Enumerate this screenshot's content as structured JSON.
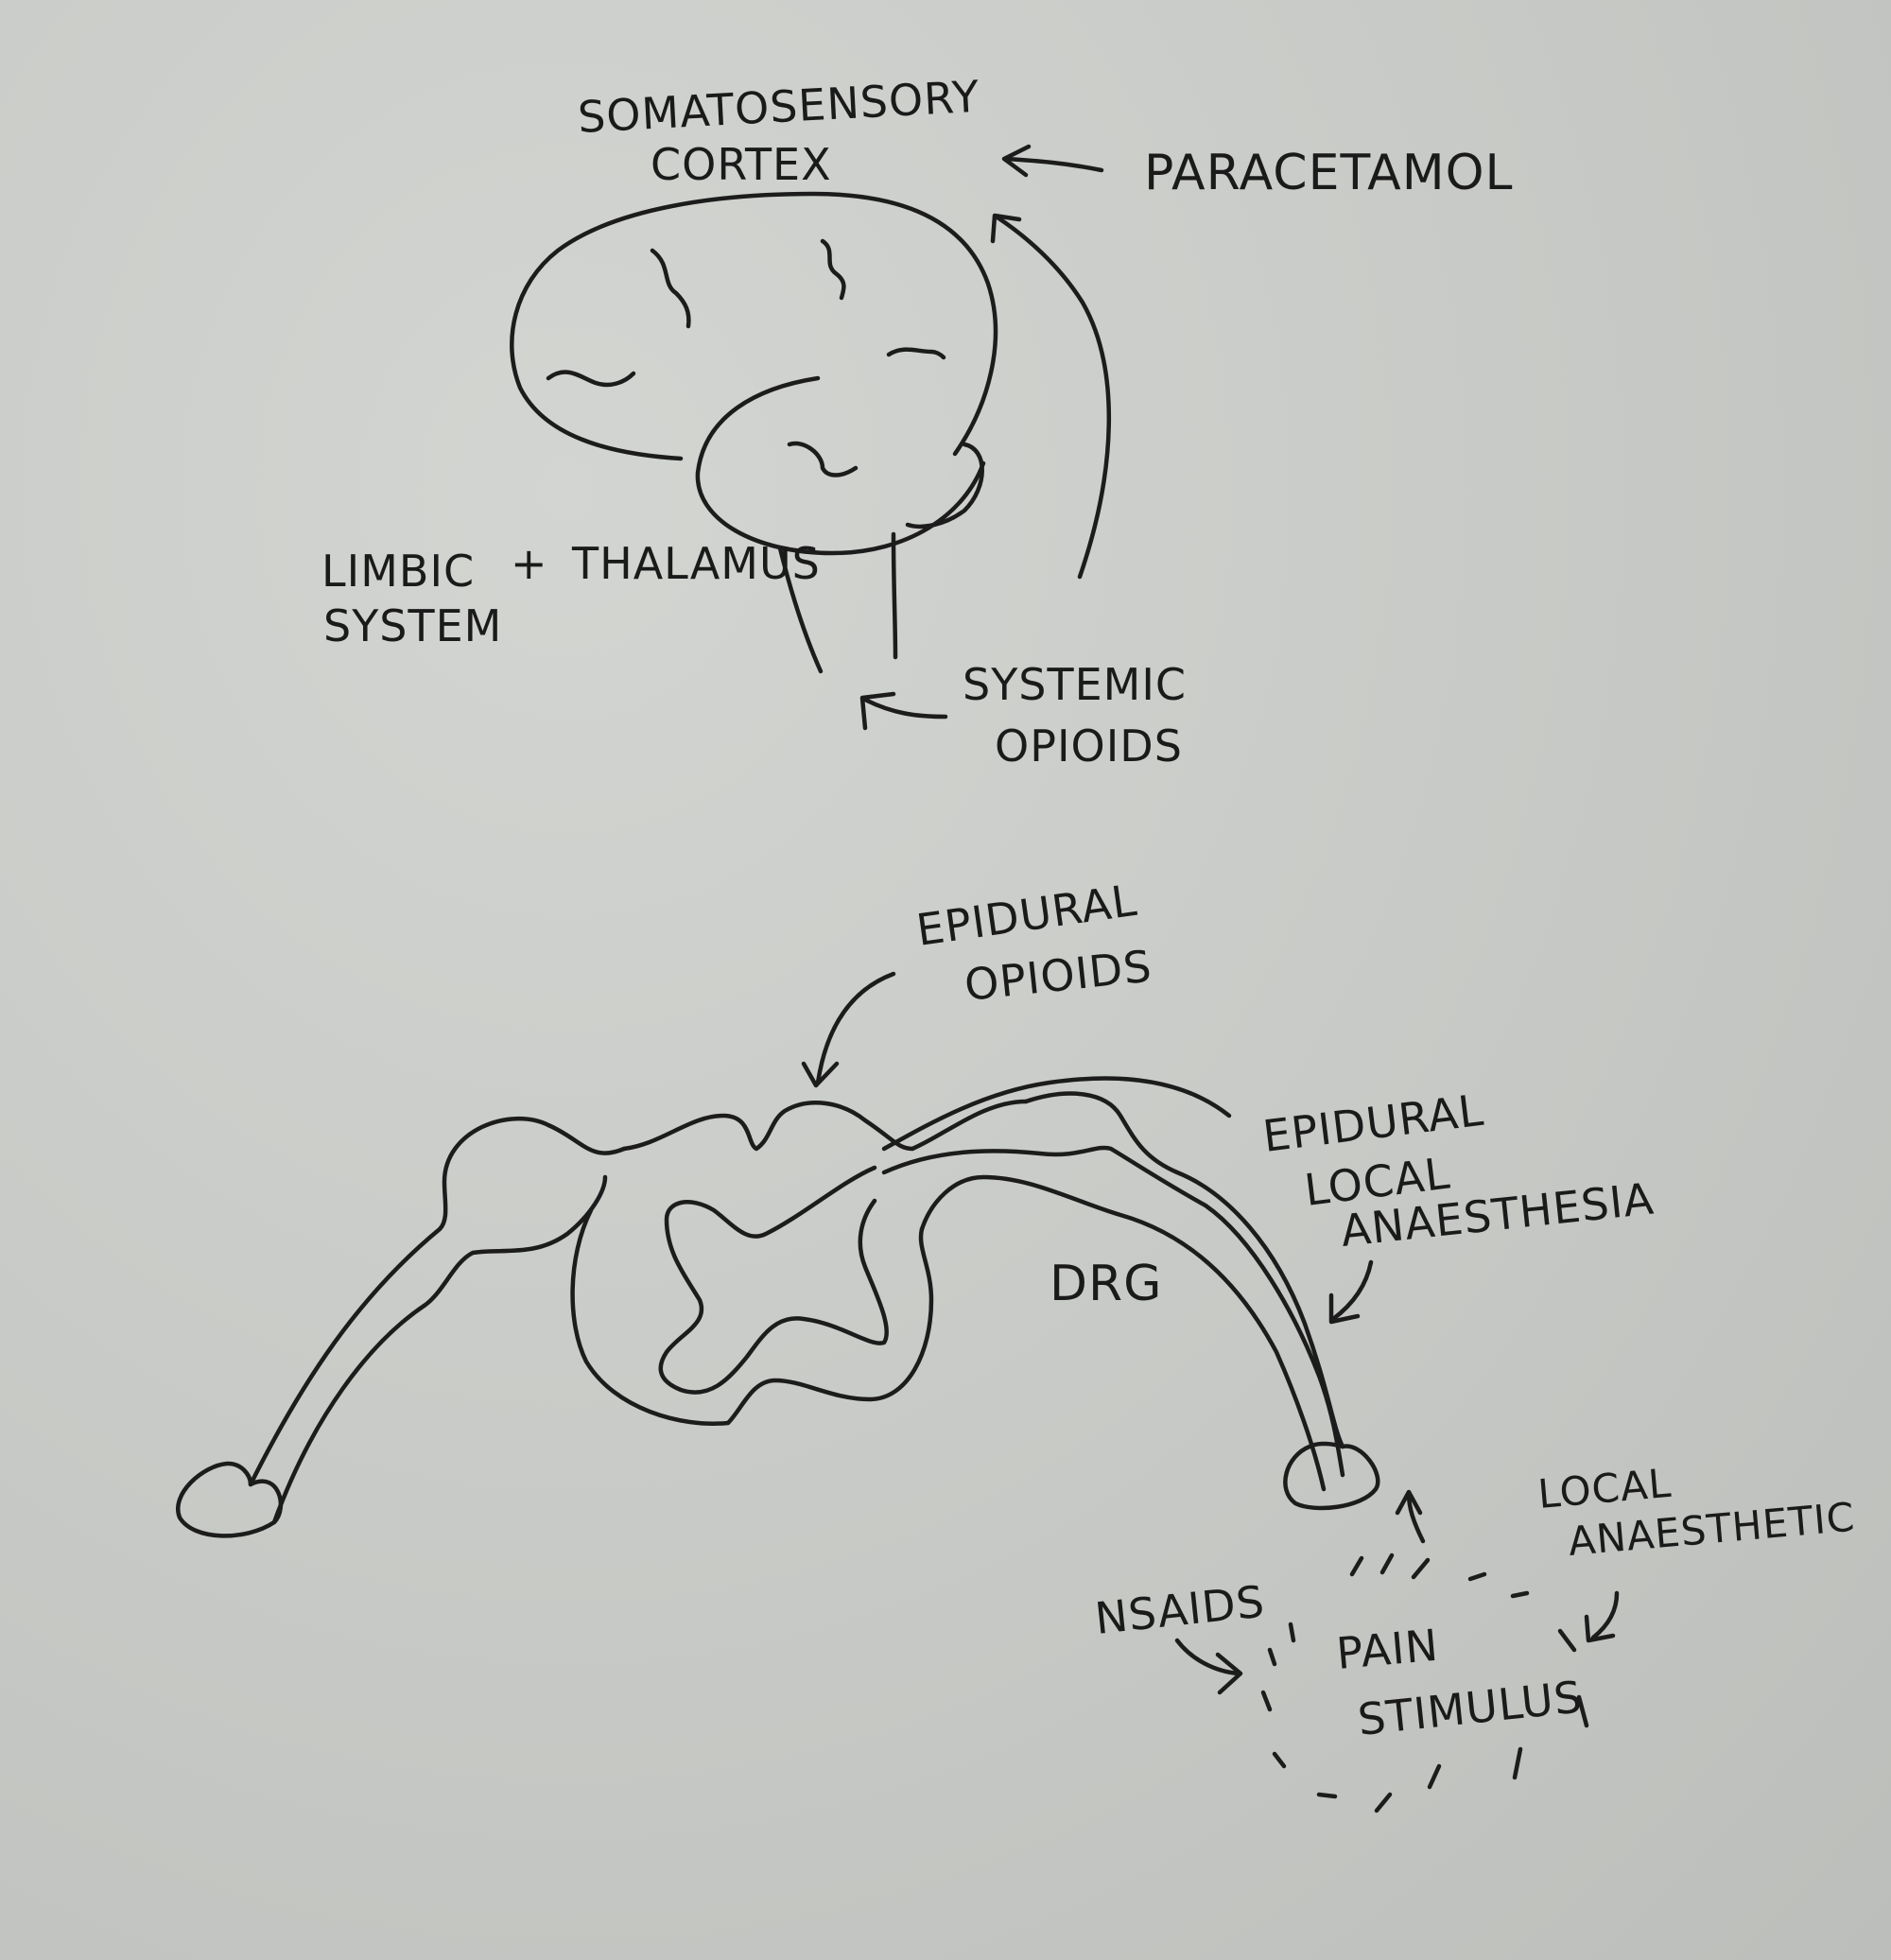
{
  "labels": {
    "somatosensory_1": "SOMATOSENSORY",
    "somatosensory_2": "CORTEX",
    "paracetamol": "PARACETAMOL",
    "limbic_1": "LIMBIC",
    "limbic_plus": "+",
    "thalamus": "THALAMUS",
    "limbic_2": "SYSTEM",
    "systemic_1": "SYSTEMIC",
    "systemic_2": "OPIOIDS",
    "epidural_opioids_1": "EPIDURAL",
    "epidural_opioids_2": "OPIOIDS",
    "epidural_la_1": "EPIDURAL",
    "epidural_la_2": "LOCAL",
    "epidural_la_3": "ANAESTHESIA",
    "drg": "DRG",
    "local_anaesthetic_1": "LOCAL",
    "local_anaesthetic_2": "ANAESTHETIC",
    "nsaids": "NSAIDS",
    "pain_1": "PAIN",
    "pain_2": "STIMULUS"
  },
  "colors": {
    "ink": "#1c1c1c",
    "paper": "#c9cbc8"
  }
}
